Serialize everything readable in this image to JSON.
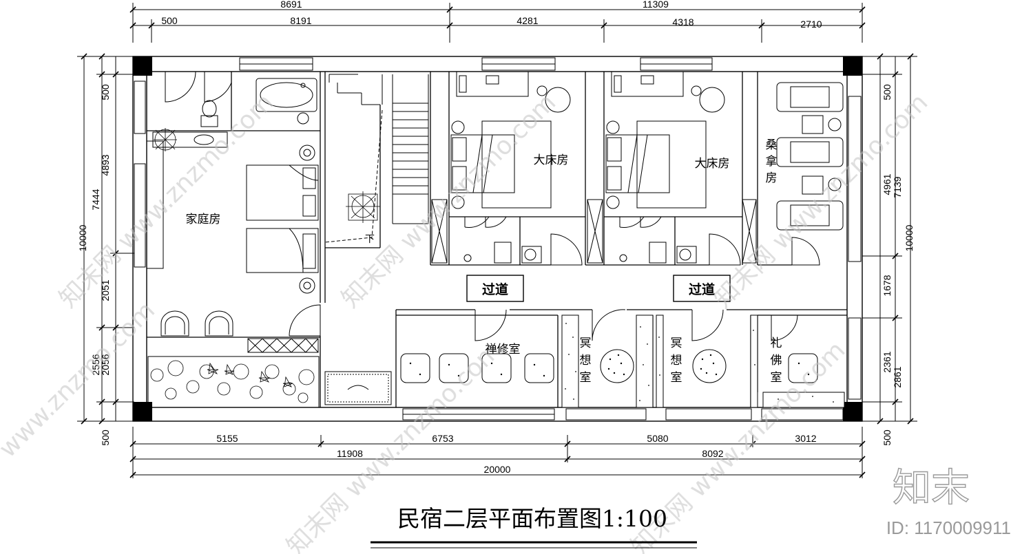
{
  "title": "民宿二层平面布置图1:100",
  "watermark": {
    "logo": "知末",
    "id": "ID: 1170009911"
  },
  "rooms": {
    "family": "家庭房",
    "king1": "大床房",
    "king2": "大床房",
    "sauna": [
      "桑",
      "拿",
      "房"
    ],
    "corridor1": "过道",
    "corridor2": "过道",
    "zen": "禅修室",
    "meditation1": [
      "冥",
      "想",
      "室"
    ],
    "meditation2": [
      "冥",
      "想",
      "室"
    ],
    "buddha": [
      "礼",
      "佛",
      "室"
    ],
    "stair_down": "下"
  },
  "dims": {
    "top_total_left": "8691",
    "top_total_right": "11309",
    "top_500": "500",
    "top_8191": "8191",
    "top_4281": "4281",
    "top_4318": "4318",
    "top_2710": "2710",
    "bottom_5155": "5155",
    "bottom_6753": "6753",
    "bottom_5080": "5080",
    "bottom_3012": "3012",
    "bottom_11908": "11908",
    "bottom_8092": "8092",
    "bottom_20000": "20000",
    "left_10000": "10000",
    "left_500_top": "500",
    "left_7444": "7444",
    "left_4893": "4893",
    "left_2051": "2051",
    "left_2556": "2556",
    "left_2056": "2056",
    "left_500_bottom": "500",
    "right_500_top": "500",
    "right_4961": "4961",
    "right_7139": "7139",
    "right_10000": "10000",
    "right_1678": "1678",
    "right_2361": "2361",
    "right_2861": "2861",
    "right_500_bottom": "500"
  }
}
